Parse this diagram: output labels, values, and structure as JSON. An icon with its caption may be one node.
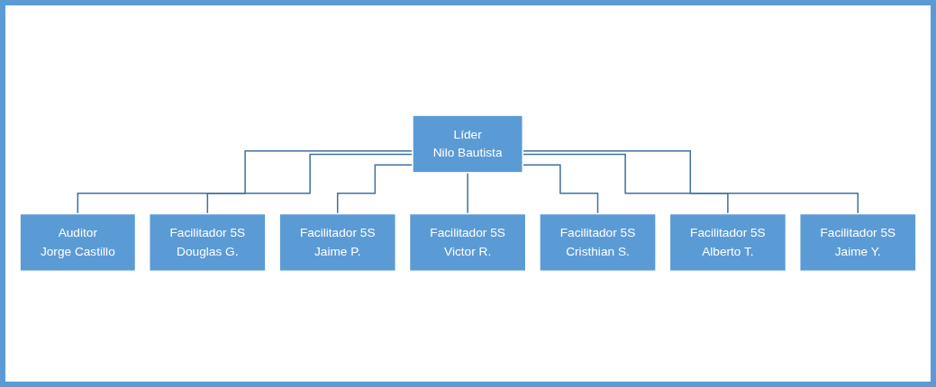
{
  "diagram": {
    "nodes": [
      {
        "text": [
          "Líder",
          "Nilo Bautista"
        ]
      },
      {
        "text": [
          "Auditor",
          "Jorge Castillo"
        ]
      },
      {
        "text": [
          "Facilitador 5S",
          "Douglas G."
        ]
      },
      {
        "text": [
          "Facilitador 5S",
          "Jaime P."
        ]
      },
      {
        "text": [
          "Facilitador 5S",
          "Victor R."
        ]
      },
      {
        "text": [
          "Facilitador 5S",
          "Cristhian S."
        ]
      },
      {
        "text": [
          "Facilitador 5S",
          "Alberto T."
        ]
      },
      {
        "text": [
          "Facilitador 5S",
          "Jaime Y."
        ]
      }
    ],
    "edges": [
      {
        "from": 0,
        "to": 1,
        "arrow": "none"
      },
      {
        "from": 0,
        "to": 2,
        "arrow": "none"
      },
      {
        "from": 0,
        "to": 3,
        "arrow": "none"
      },
      {
        "from": 0,
        "to": 4,
        "arrow": "none"
      },
      {
        "from": 0,
        "to": 5,
        "arrow": "none"
      },
      {
        "from": 0,
        "to": 6,
        "arrow": "none"
      },
      {
        "from": 0,
        "to": 7,
        "arrow": "none"
      }
    ]
  }
}
